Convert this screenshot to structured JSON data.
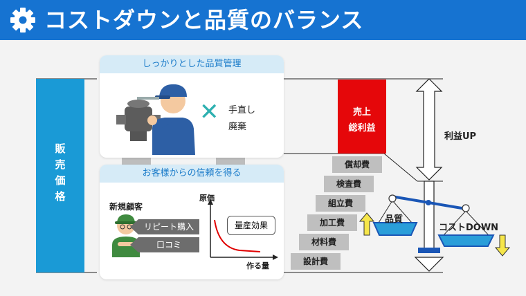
{
  "header": {
    "title": "コストダウンと品質のバランス",
    "icon": "gear-icon",
    "bg_color": "#1673d1"
  },
  "price_bar": {
    "label": [
      "販",
      "売",
      "価",
      "格"
    ],
    "color": "#1a9ad6"
  },
  "quality_card": {
    "title": "しっかりとした品質管理",
    "mark": "✕",
    "labels": [
      "手直し",
      "廃棄"
    ]
  },
  "trust_card": {
    "title": "お客様からの信頼を得る",
    "customer_label": "新規顧客",
    "pills": [
      "リピート購入",
      "口コミ"
    ],
    "graph": {
      "y_label": "原価",
      "x_label": "作る量",
      "bubble": "量産効果"
    }
  },
  "profit": {
    "label_line1": "売上",
    "label_line2": "総利益",
    "color": "#e5070a",
    "arrow_label": "利益UP"
  },
  "cost_steps": [
    "償却費",
    "検査費",
    "組立費",
    "加工費",
    "材料費",
    "設計費"
  ],
  "balance": {
    "left_pan": "品質",
    "right_pan": "コストDOWN"
  }
}
